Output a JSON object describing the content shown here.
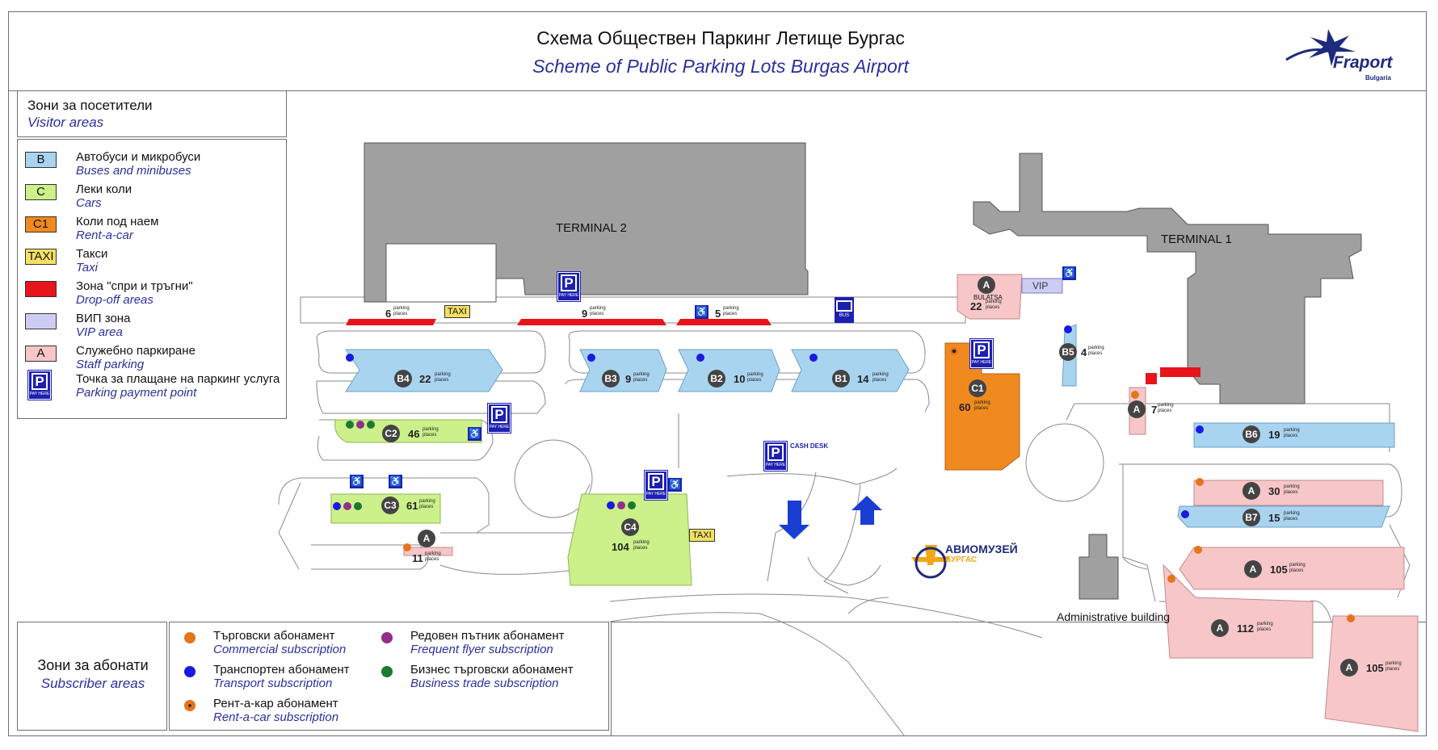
{
  "header": {
    "title_bg": "Схема Обществен Паркинг Летище Бургас",
    "title_en": "Scheme of Public Parking Lots Burgas Airport",
    "logo": {
      "name": "Fraport",
      "sub": "Bulgaria",
      "icon": "fraport-star-logo"
    }
  },
  "visitor_areas": {
    "title_bg": "Зони за посетители",
    "title_en": "Visitor areas"
  },
  "legend": [
    {
      "swatch": "B",
      "color": "#a9d4f0",
      "bg": "Автобуси и микробуси",
      "en": "Buses and minibuses"
    },
    {
      "swatch": "C",
      "color": "#ccf08a",
      "bg": "Леки коли",
      "en": "Cars"
    },
    {
      "swatch": "C1",
      "color": "#f08a1f",
      "bg": "Коли под наем",
      "en": "Rent-a-car"
    },
    {
      "swatch": "TAXI",
      "color": "#f4e063",
      "bg": "Такси",
      "en": "Taxi"
    },
    {
      "swatch": "",
      "color": "#e8141b",
      "bg": "Зона \"спри и тръгни\"",
      "en": "Drop-off areas"
    },
    {
      "swatch": "",
      "color": "#cdcdf4",
      "bg": "ВИП зона",
      "en": "VIP area"
    },
    {
      "swatch": "A",
      "color": "#f6c6c8",
      "bg": "Служебно паркиране",
      "en": "Staff parking"
    },
    {
      "swatch": "P",
      "color": "#1c1fb0",
      "bg": "Точка за плащане на паркинг услуга",
      "en": "Parking payment point"
    }
  ],
  "pay_here_label": "PAY HERE",
  "parking_places_label": "parking places",
  "subscriber_areas": {
    "title_bg": "Зони за абонати",
    "title_en": "Subscriber areas"
  },
  "subscriptions": [
    {
      "color": "#e6741a",
      "bg": "Търговски абонамент",
      "en": "Commercial subscription"
    },
    {
      "color": "#922f8a",
      "bg": "Редовен пътник абонамент",
      "en": "Frequent flyer subscription"
    },
    {
      "color": "#1a1ae0",
      "bg": "Транспортен абонамент",
      "en": "Transport subscription"
    },
    {
      "color": "#1a7a2f",
      "bg": "Бизнес търговски абонамент",
      "en": "Business trade subscription"
    },
    {
      "color": "#e6741a",
      "bg": "Рент-а-кар абонамент",
      "en": "Rent-a-car subscription"
    }
  ],
  "map": {
    "terminal2": "TERMINAL 2",
    "terminal1": "TERMINAL 1",
    "vip": "VIP",
    "bulatsa": "BULATSA",
    "cash_desk": "CASH DESK",
    "taxi": "TAXI",
    "bus": "BUS",
    "museum": "АВИОМУЗЕЙ",
    "museum_sub": "БУРГАС",
    "admin": "Administrative building",
    "lots": [
      {
        "id": "B4",
        "count": "22"
      },
      {
        "id": "B3",
        "count": "9"
      },
      {
        "id": "B2",
        "count": "10"
      },
      {
        "id": "B1",
        "count": "14"
      },
      {
        "id": "C2",
        "count": "46"
      },
      {
        "id": "C3",
        "count": "61"
      },
      {
        "id": "C4",
        "count": "104"
      },
      {
        "id": "C1",
        "count": "60"
      },
      {
        "id": "B5",
        "count": "4"
      },
      {
        "id": "B6",
        "count": "19"
      },
      {
        "id": "B7",
        "count": "15"
      },
      {
        "id": "A-bulatsa",
        "count": "22"
      },
      {
        "id": "A-small",
        "count": "11"
      },
      {
        "id": "A-7",
        "count": "7"
      },
      {
        "id": "A-30",
        "count": "30"
      },
      {
        "id": "A-105a",
        "count": "105"
      },
      {
        "id": "A-112",
        "count": "112"
      },
      {
        "id": "A-105b",
        "count": "105"
      }
    ],
    "curb": [
      {
        "count": "6"
      },
      {
        "count": "9"
      },
      {
        "count": "5"
      }
    ]
  }
}
